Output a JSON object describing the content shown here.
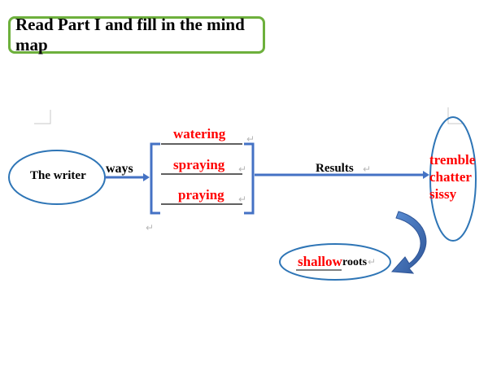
{
  "title": "Read Part I and fill in the mind map",
  "diagram": {
    "center_node": "The writer",
    "ways_label": "ways",
    "ways": [
      "watering",
      "spraying",
      "praying"
    ],
    "results_label": "Results",
    "results": [
      "tremble",
      "chatter",
      "sissy"
    ],
    "outcome": {
      "answer": "shallow",
      "rest": "roots"
    },
    "paragraph_mark": "↵"
  },
  "colors": {
    "title_border": "#6db03c",
    "node_border": "#2e75b6",
    "arrow": "#4472c4",
    "answer_text": "#ff0000",
    "curved_arrow": "#2f5597"
  }
}
